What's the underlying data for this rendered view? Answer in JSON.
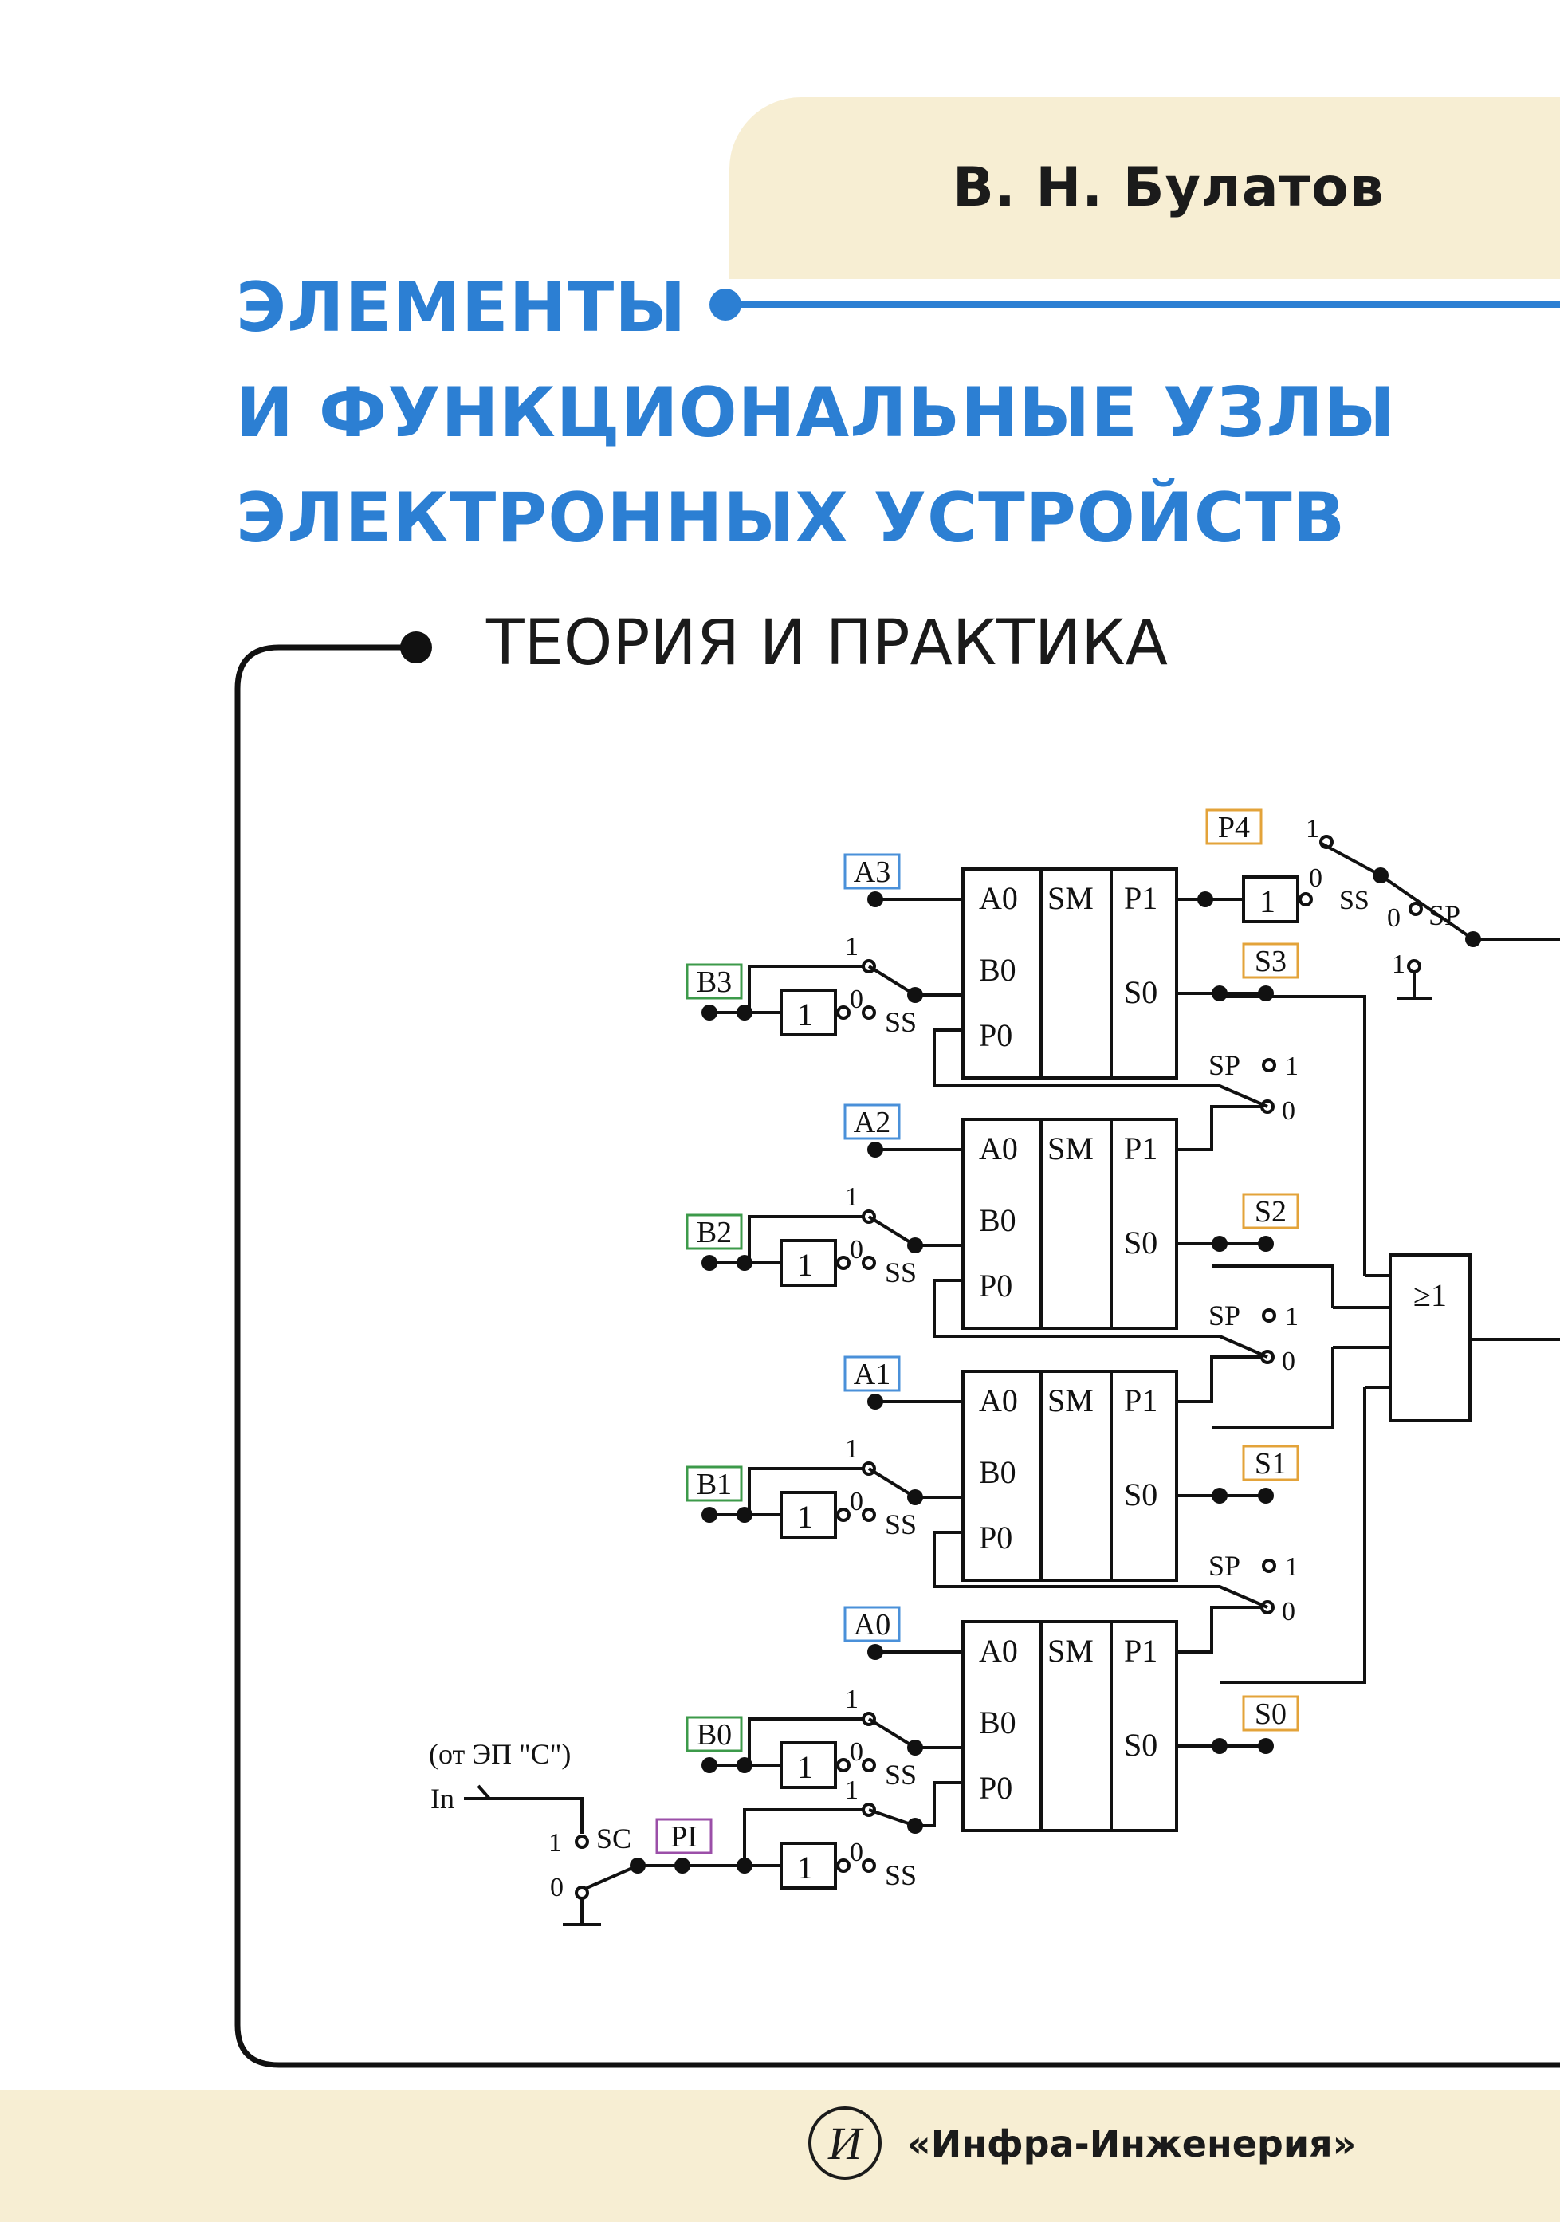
{
  "cover": {
    "author": "В. Н. Булатов",
    "title_lines": [
      "ЭЛЕМЕНТЫ",
      "И ФУНКЦИОНАЛЬНЫЕ УЗЛЫ",
      "ЭЛЕКТРОННЫХ УСТРОЙСТВ"
    ],
    "subtitle": "ТЕОРИЯ И ПРАКТИКА",
    "publisher": "«Инфра-Инженерия»",
    "logo_glyph": "И"
  },
  "colors": {
    "title_blue": "#2c7fd3",
    "band_cream": "#f7eed3",
    "label_blue": "#4a90d9",
    "label_green": "#3c9a4a",
    "label_orange": "#e3a33a",
    "label_purple": "#9b4fa8"
  },
  "circuit": {
    "adder_labels": {
      "sm": "SM",
      "a0": "A0",
      "b0": "B0",
      "p0": "P0",
      "p1": "P1",
      "s0": "S0"
    },
    "stages": [
      {
        "a": "A3",
        "b": "B3",
        "s": "S3"
      },
      {
        "a": "A2",
        "b": "B2",
        "s": "S2"
      },
      {
        "a": "A1",
        "b": "B1",
        "s": "S1"
      },
      {
        "a": "A0",
        "b": "B0",
        "s": "S0"
      }
    ],
    "carry_out": "P4",
    "carry_in": "PI",
    "switch_ss": "SS",
    "switch_sp": "SP",
    "switch_sc": "SC",
    "one": "1",
    "zero": "0",
    "or_gate": "≥1",
    "source_note": "(от ЭП \"С\")",
    "input_label": "In"
  }
}
